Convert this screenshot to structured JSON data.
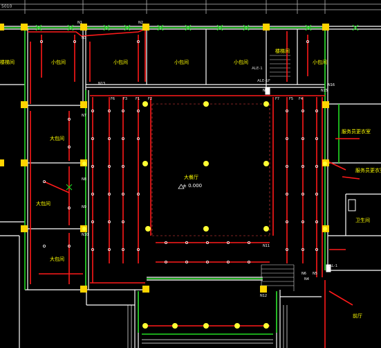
{
  "drawing": {
    "background": "#000000",
    "colors": {
      "wall": "#ffffff",
      "column": "#ffd400",
      "wire_red": "#ff1a1a",
      "wire_green": "#22dd22",
      "fixture": "#ffff33",
      "label_yellow": "#ffff00",
      "dim_text": "#cfcfcf"
    },
    "header_text": "5010",
    "rooms": [
      {
        "id": "r1",
        "label": "小包间"
      },
      {
        "id": "r2",
        "label": "小包间"
      },
      {
        "id": "r3",
        "label": "小包间"
      },
      {
        "id": "r4",
        "label": "小包间"
      },
      {
        "id": "r5",
        "label": "小包间"
      },
      {
        "id": "r6",
        "label": "大包间"
      },
      {
        "id": "r7",
        "label": "大包间"
      },
      {
        "id": "r8",
        "label": "大包间"
      },
      {
        "id": "r9",
        "label": "大餐厅"
      },
      {
        "id": "r10",
        "label": "楼梯间"
      },
      {
        "id": "r11",
        "label": "服务员更衣室"
      },
      {
        "id": "r12",
        "label": "服务员更衣室"
      },
      {
        "id": "r13",
        "label": "卫生间"
      },
      {
        "id": "r14",
        "label": "前厅"
      },
      {
        "id": "r15",
        "label": "楼梯间"
      }
    ],
    "elevation": "± 0.000",
    "panel_labels": [
      "ALE-1",
      "ALE-1F",
      "AL-1"
    ],
    "circuit_tags": [
      "N1",
      "N2",
      "N3",
      "N4",
      "N5",
      "N6",
      "N7",
      "N8",
      "N9",
      "N10",
      "N11",
      "N12",
      "N13",
      "N14",
      "N15",
      "N16",
      "F1",
      "F2",
      "F3",
      "F4",
      "F5",
      "F6",
      "F7"
    ]
  }
}
